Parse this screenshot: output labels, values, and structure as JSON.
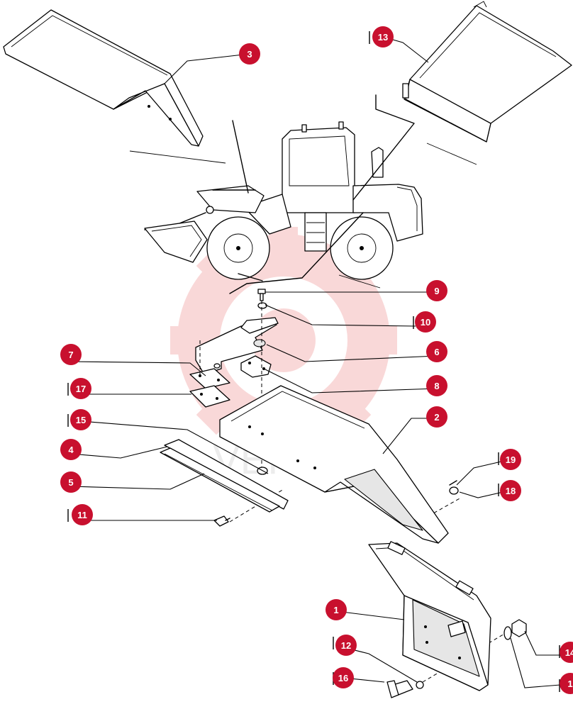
{
  "watermark": {
    "text": "VEHITEX",
    "color": "#e03030"
  },
  "callout_color": "#c8102e",
  "callouts": {
    "c1": "1",
    "c2": "2",
    "c3": "3",
    "c4": "4",
    "c5": "5",
    "c6": "6",
    "c7": "7",
    "c8": "8",
    "c9": "9",
    "c10": "10",
    "c11": "11",
    "c12": "12",
    "c13": "13",
    "c14": "14",
    "c15": "15",
    "c16": "16",
    "c17": "17",
    "c18": "18",
    "c19": "19",
    "c20": "1"
  }
}
